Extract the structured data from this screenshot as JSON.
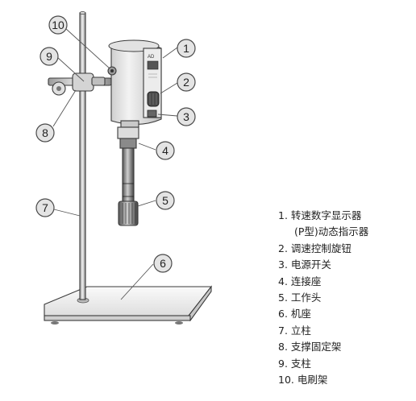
{
  "callouts": [
    {
      "id": "callout-1",
      "label": "1"
    },
    {
      "id": "callout-2",
      "label": "2"
    },
    {
      "id": "callout-3",
      "label": "3"
    },
    {
      "id": "callout-4",
      "label": "4"
    },
    {
      "id": "callout-5",
      "label": "5"
    },
    {
      "id": "callout-6",
      "label": "6"
    },
    {
      "id": "callout-7",
      "label": "7"
    },
    {
      "id": "callout-8",
      "label": "8"
    },
    {
      "id": "callout-9",
      "label": "9"
    },
    {
      "id": "callout-10",
      "label": "10"
    }
  ],
  "legend": [
    {
      "num": "1.",
      "text": "转速数字显示器",
      "cont": "(P型)动态指示器"
    },
    {
      "num": "2.",
      "text": "调速控制旋钮"
    },
    {
      "num": "3.",
      "text": "电源开关"
    },
    {
      "num": "4.",
      "text": "连接座"
    },
    {
      "num": "5.",
      "text": "工作头"
    },
    {
      "num": "6.",
      "text": "机座"
    },
    {
      "num": "7.",
      "text": "立柱"
    },
    {
      "num": "8.",
      "text": "支撑固定架"
    },
    {
      "num": "9.",
      "text": "支柱"
    },
    {
      "num": "10.",
      "text": "电刷架"
    }
  ],
  "motor_badge": "AD"
}
